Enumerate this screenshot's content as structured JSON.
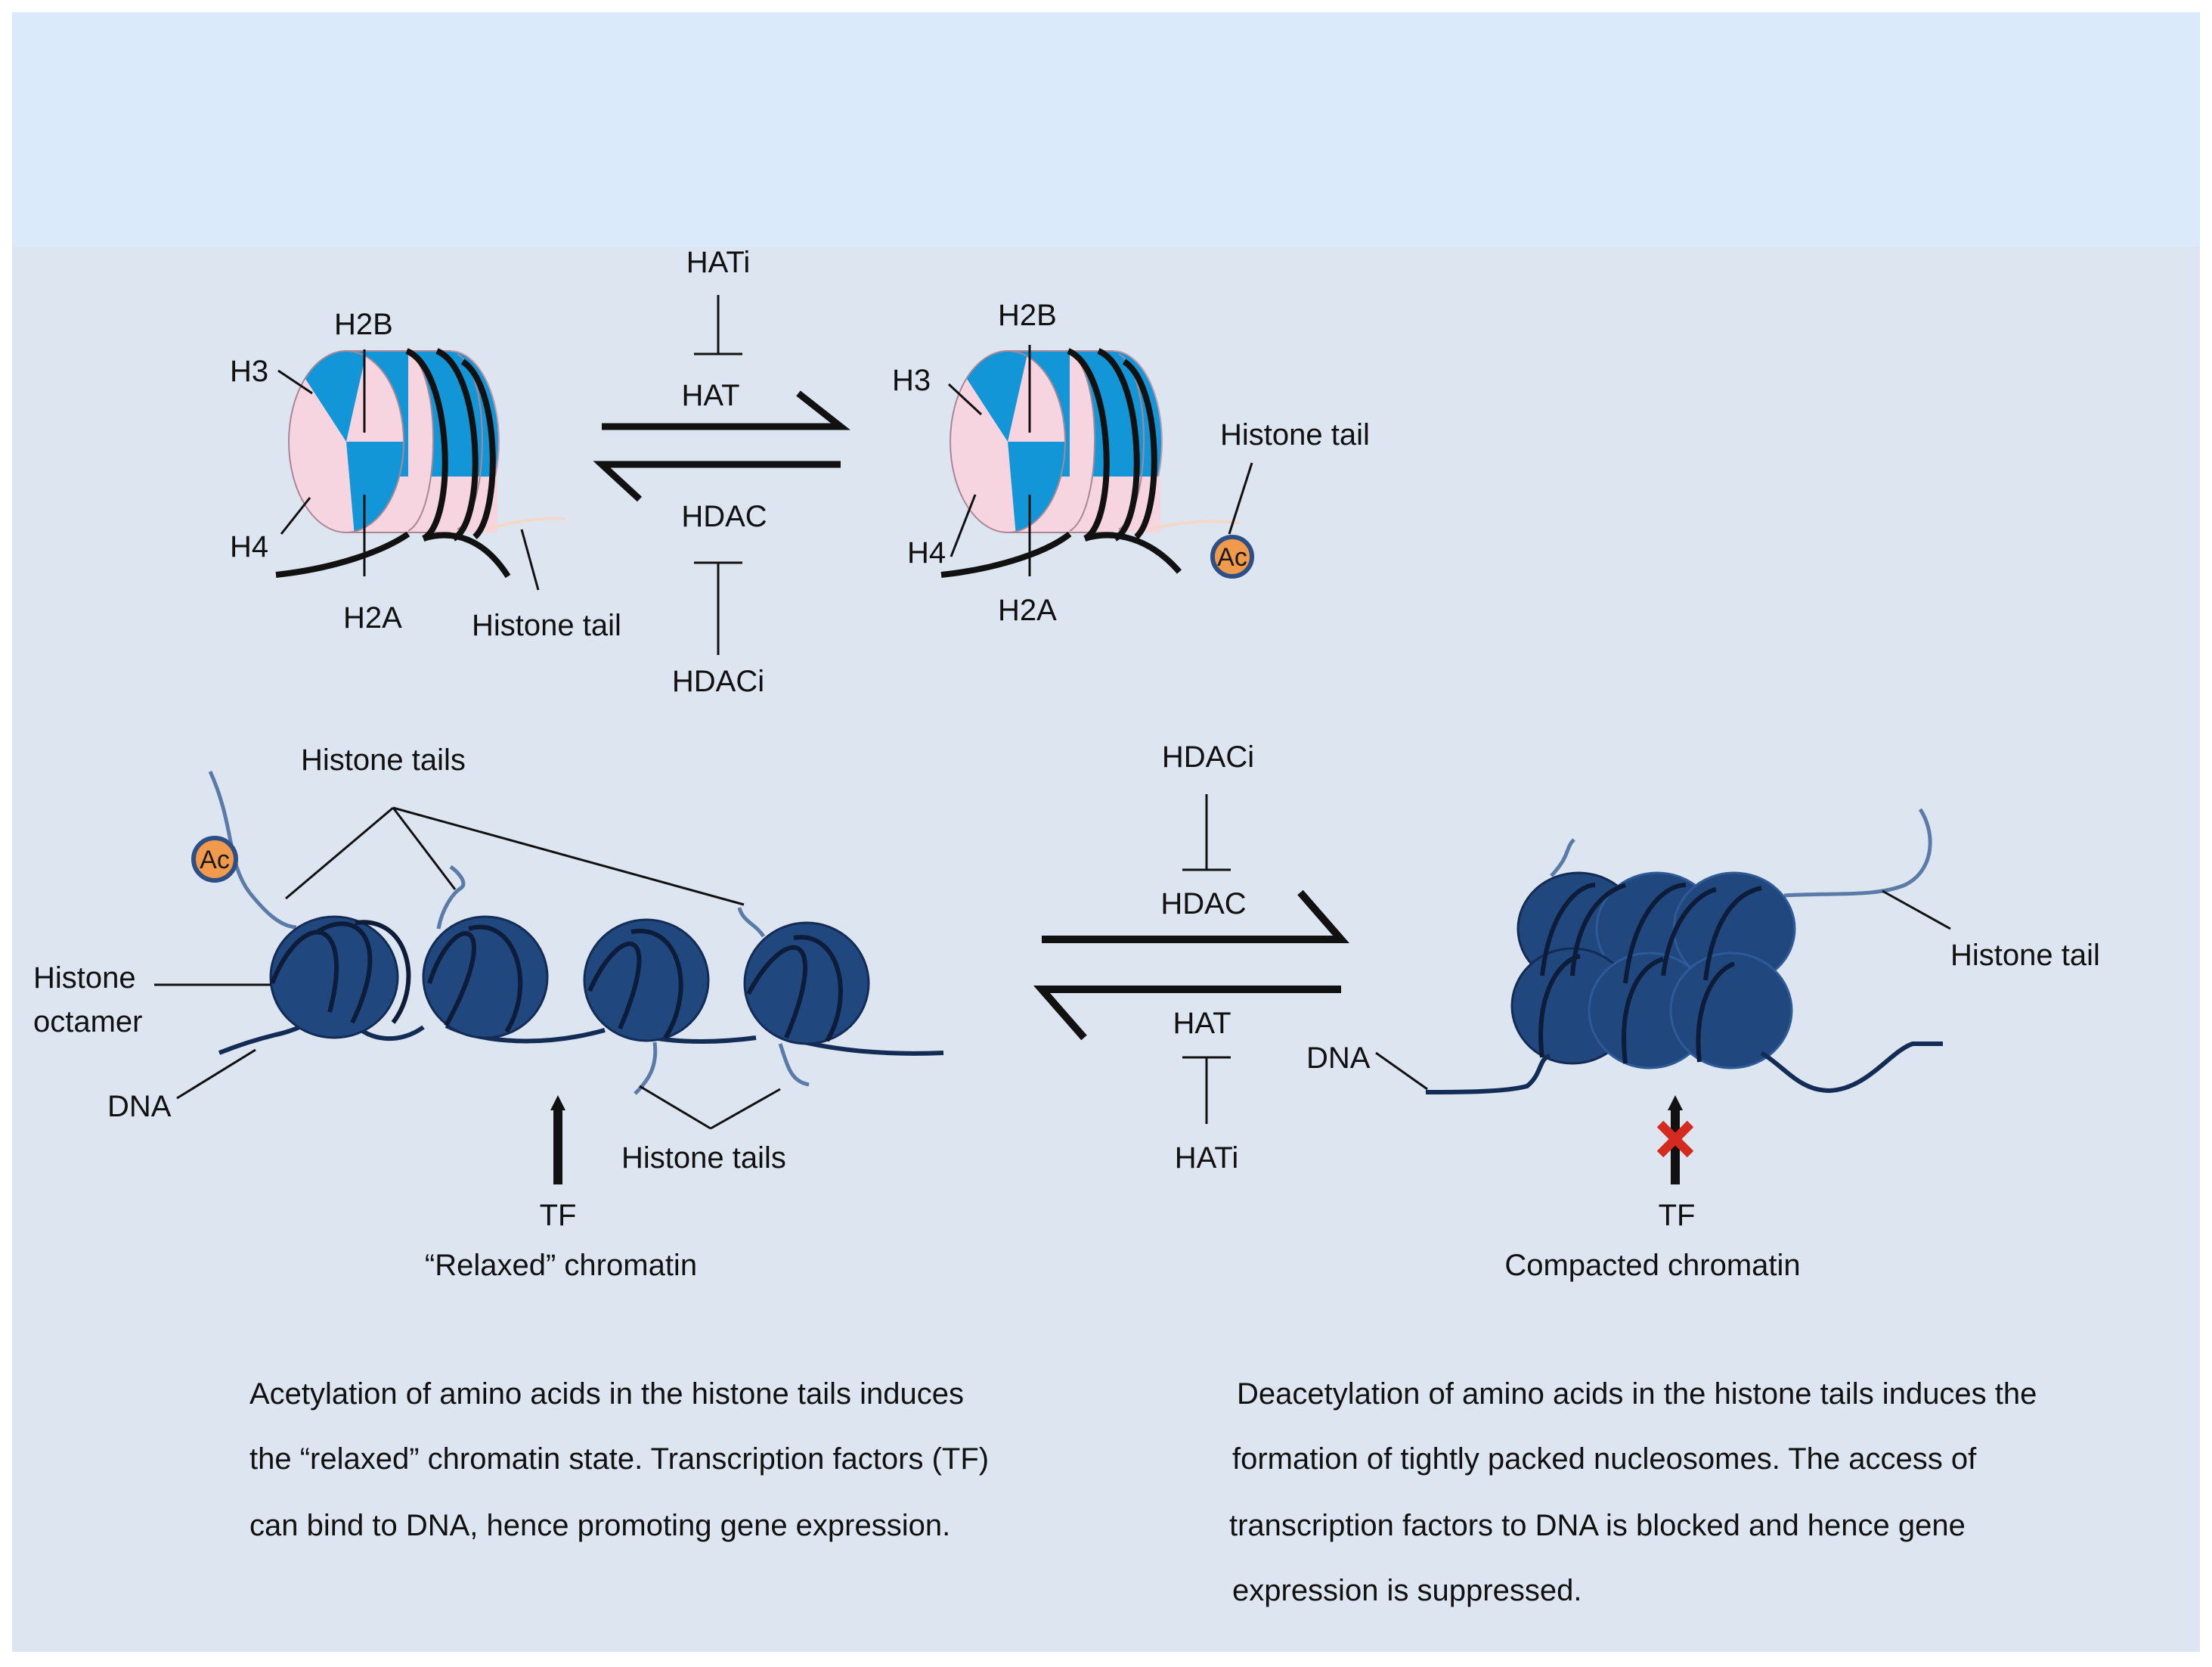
{
  "colors": {
    "top_band": "#dbeafb",
    "panel": "#dde6f0",
    "histone_blue": "#1396d7",
    "histone_pink": "#f6d5e0",
    "nucleosome": "#21477f",
    "nucleosome_edge": "#132c55",
    "ac_marker": "#f19a4c",
    "ac_edge": "#2d4f87",
    "blocked_x": "#d42a20"
  },
  "top_left_nucleosome": {
    "h3": "H3",
    "h2b": "H2B",
    "h4": "H4",
    "h2a": "H2A",
    "tail": "Histone tail"
  },
  "top_right_nucleosome": {
    "h3": "H3",
    "h2b": "H2B",
    "h4": "H4",
    "h2a": "H2A",
    "tail": "Histone tail",
    "ac": "Ac"
  },
  "top_equilibrium": {
    "forward_inhibitor": "HATi",
    "forward_enzyme": "HAT",
    "reverse_enzyme": "HDAC",
    "reverse_inhibitor": "HDACi"
  },
  "relaxed_chromatin": {
    "histone_tails_top": "Histone tails",
    "histone_octamer_line1": "Histone",
    "histone_octamer_line2": "octamer",
    "dna": "DNA",
    "histone_tails_bottom": "Histone tails",
    "ac": "Ac",
    "tf": "TF",
    "title": "“Relaxed” chromatin"
  },
  "bottom_equilibrium": {
    "forward_inhibitor": "HDACi",
    "forward_enzyme": "HDAC",
    "reverse_enzyme": "HAT",
    "reverse_inhibitor": "HATi"
  },
  "compacted_chromatin": {
    "histone_tail": "Histone tail",
    "dna": "DNA",
    "tf": "TF",
    "title": "Compacted chromatin"
  },
  "captions": {
    "left": [
      "Acetylation of amino acids in the histone tails induces",
      "the “relaxed” chromatin state. Transcription factors (TF)",
      "can bind to DNA, hence promoting gene expression."
    ],
    "right": [
      "Deacetylation of amino acids in the histone tails induces the",
      "formation of tightly packed nucleosomes. The access of",
      "transcription factors to DNA is blocked and hence gene",
      "expression is suppressed."
    ]
  }
}
